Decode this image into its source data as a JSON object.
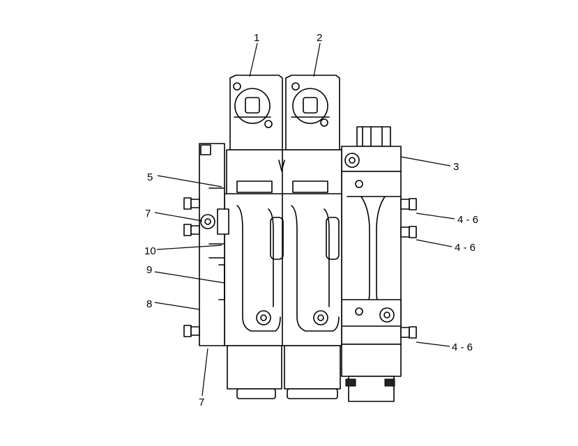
{
  "callouts": {
    "c1": "1",
    "c2": "2",
    "c3": "3",
    "c4a": "4 - 6",
    "c4b": "4 - 6",
    "c4c": "4 - 6",
    "c5": "5",
    "c7a": "7",
    "c7b": "7",
    "c8": "8",
    "c9": "9",
    "c10": "10"
  }
}
